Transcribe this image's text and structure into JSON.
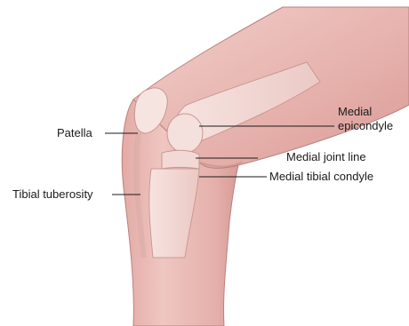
{
  "labels": {
    "patella": "Patella",
    "tibial_tuberosity": "Tibial tuberosity",
    "medial_epicondyle_line1": "Medial",
    "medial_epicondyle_line2": "epicondyle",
    "medial_joint_line": "Medial joint line",
    "medial_tibial_condyle": "Medial tibial condyle"
  },
  "colors": {
    "skin": "#e9b7b2",
    "skin_shadow": "#d99c98",
    "skin_highlight": "#f6d8d3",
    "bone": "#f3dcd8",
    "bone_outline": "#c99692",
    "outline": "#b07c79",
    "label_text": "#1a1a1a"
  }
}
